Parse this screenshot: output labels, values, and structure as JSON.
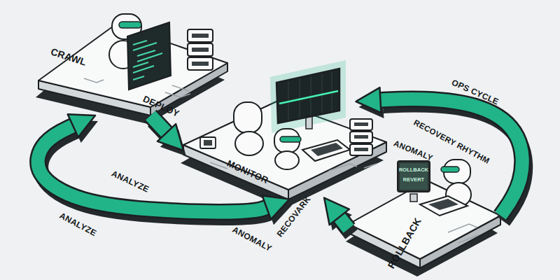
{
  "diagram": {
    "nodes": [
      {
        "text": [
          "CRAWL",
          "DEPLOY"
        ]
      },
      {
        "text": [
          "MONITOR"
        ]
      },
      {
        "text": [
          "ROLLBACK"
        ]
      },
      {
        "text": [
          "ROLLBACK",
          "REVERT"
        ],
        "in": 2
      }
    ],
    "edges": [
      {
        "from": 0,
        "to": 1,
        "arrow": "to"
      },
      {
        "from": 1,
        "to": 0,
        "arrow": "both",
        "label": "ANALYZE"
      },
      {
        "from": 2,
        "to": 1,
        "arrow": "to",
        "label": "RECOVERY RHYTHM"
      },
      {
        "from": 2,
        "to": 1,
        "arrow": "to"
      }
    ],
    "labels": [
      "ANALYZE",
      "OPS CYCLE",
      "ANOMALY",
      "ANOMALY",
      "RECOVARK"
    ]
  }
}
